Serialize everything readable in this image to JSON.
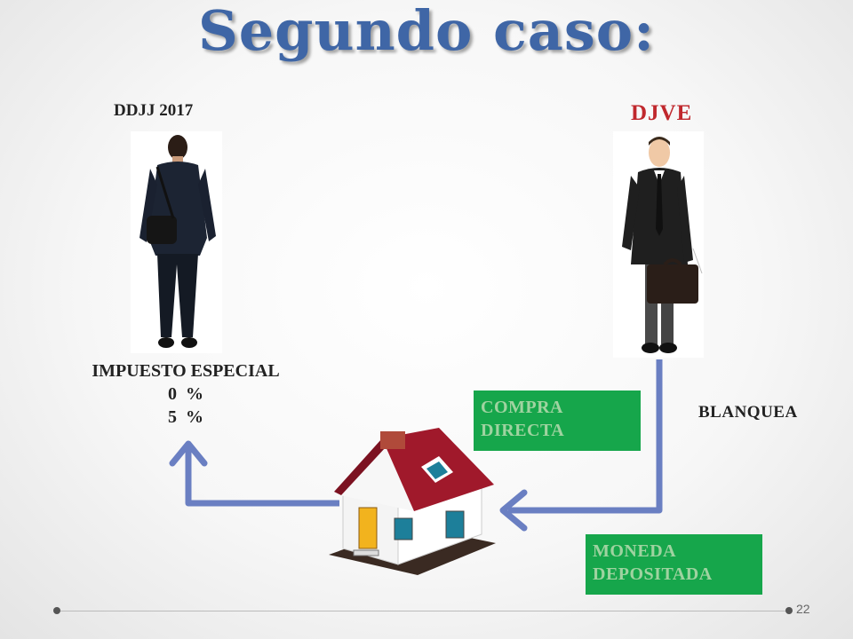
{
  "slide": {
    "title": "Segundo caso:",
    "left_label": "DDJJ 2017",
    "right_label": "DJVE",
    "tax_label": "IMPUESTO ESPECIAL",
    "tax_rates": [
      "0  %",
      "5  %"
    ],
    "blanquea": "BLANQUEA",
    "compra_line1": "COMPRA",
    "compra_line2": "DIRECTA",
    "moneda_line1": "MONEDA",
    "moneda_line2": "DEPOSITADA",
    "slide_number": "22"
  },
  "colors": {
    "title": "#3f66a6",
    "djve": "#c0282d",
    "arrow": "#6a7fc2",
    "box_green": "#16a64b",
    "box_text": "#9fd3a0"
  }
}
